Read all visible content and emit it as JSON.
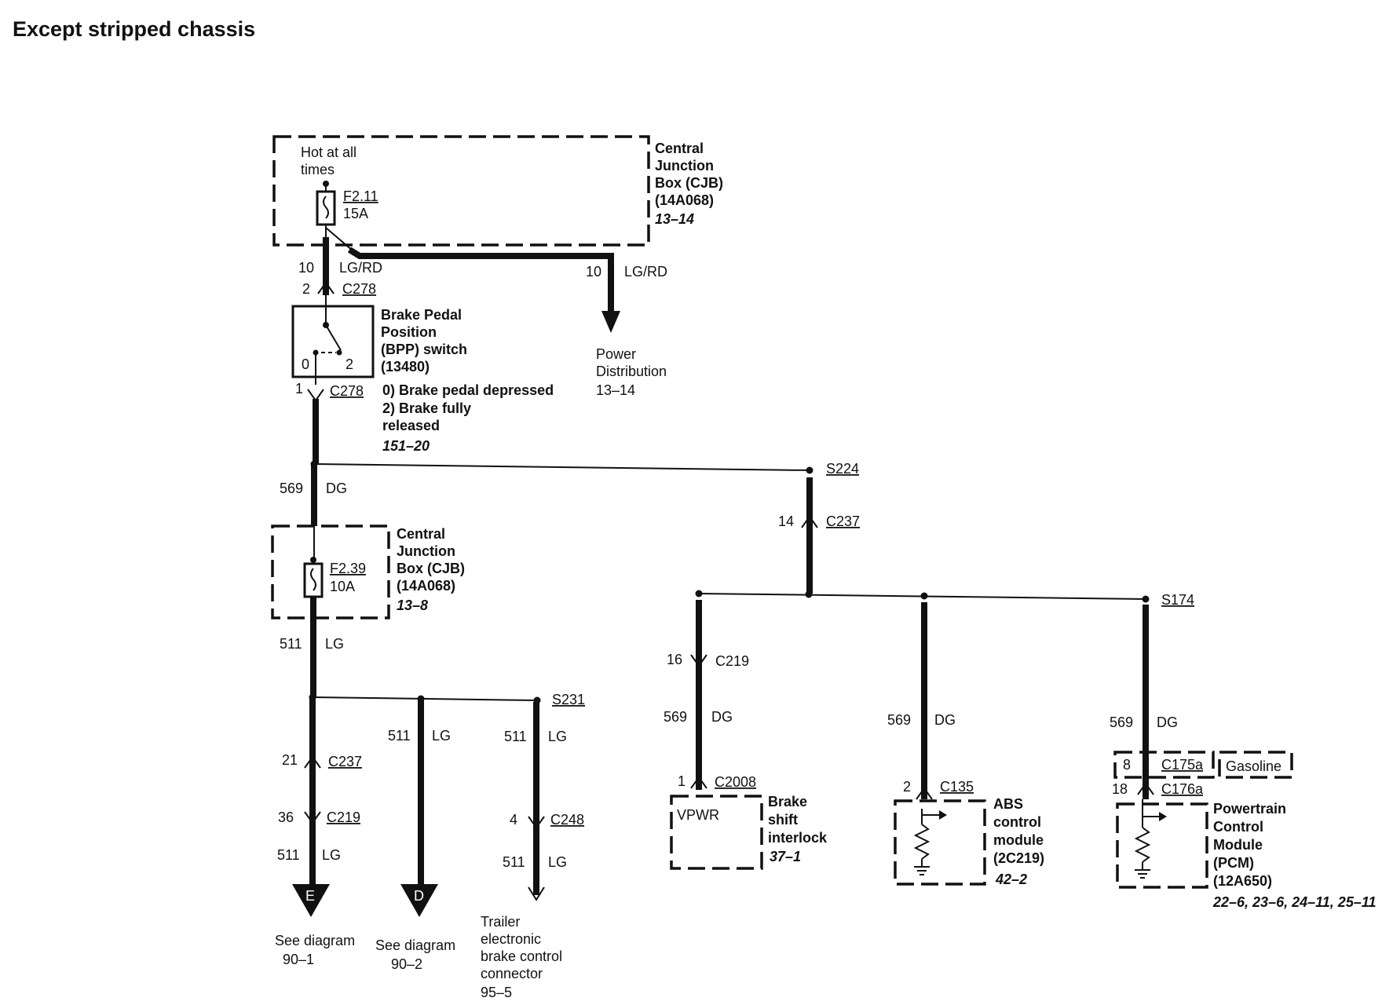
{
  "title": "Except stripped chassis",
  "cjb_top": {
    "hot_label_1": "Hot at all",
    "hot_label_2": "times",
    "fuse_id": "F2.11",
    "fuse_rating": "15A",
    "name_lines": [
      "Central",
      "Junction",
      "Box (CJB)",
      "(14A068)"
    ],
    "page_ref": "13–14"
  },
  "wires_top": {
    "left_circuit": "10",
    "left_color": "LG/RD",
    "right_circuit": "10",
    "right_color": "LG/RD"
  },
  "power_dist": {
    "lines": [
      "Power",
      "Distribution",
      "13–14"
    ]
  },
  "bpp": {
    "pin_top": "2",
    "connector_top": "C278",
    "name_lines": [
      "Brake Pedal",
      "Position",
      "(BPP) switch",
      "(13480)"
    ],
    "pos0": "0",
    "pos2": "2",
    "pin_bottom": "1",
    "connector_bottom": "C278",
    "state_lines": [
      "0) Brake pedal depressed",
      "2) Brake fully",
      "released"
    ],
    "page_ref": "151–20"
  },
  "wire_569_main": {
    "circuit": "569",
    "color": "DG"
  },
  "s224": {
    "label": "S224"
  },
  "c237_right": {
    "pin": "14",
    "connector": "C237"
  },
  "cjb_mid": {
    "fuse_id": "F2.39",
    "fuse_rating": "10A",
    "name_lines": [
      "Central",
      "Junction",
      "Box (CJB)",
      "(14A068)"
    ],
    "page_ref": "13–8"
  },
  "wire_511_main": {
    "circuit": "511",
    "color": "LG"
  },
  "s231": {
    "label": "S231"
  },
  "branch_e": {
    "pin1": "21",
    "conn1": "C237",
    "pin2": "36",
    "conn2": "C219",
    "circuit": "511",
    "color": "LG",
    "letter": "E",
    "ref_lines": [
      "See diagram",
      "90–1"
    ]
  },
  "branch_d": {
    "circuit": "511",
    "color": "LG",
    "letter": "D",
    "ref_lines": [
      "See diagram",
      "90–2"
    ]
  },
  "branch_trailer": {
    "circuit_top": "511",
    "color_top": "LG",
    "pin": "4",
    "conn": "C248",
    "circuit_bottom": "511",
    "color_bottom": "LG",
    "ref_lines": [
      "Trailer",
      "electronic",
      "brake control",
      "connector",
      "95–5"
    ]
  },
  "branch_interlock": {
    "pin1": "16",
    "conn1": "C219",
    "circuit": "569",
    "color": "DG",
    "pin2": "1",
    "conn2": "C2008",
    "terminal": "VPWR",
    "name_lines": [
      "Brake",
      "shift",
      "interlock"
    ],
    "page_ref": "37–1"
  },
  "branch_abs": {
    "circuit": "569",
    "color": "DG",
    "pin": "2",
    "conn": "C135",
    "name_lines": [
      "ABS",
      "control",
      "module",
      "(2C219)"
    ],
    "page_ref": "42–2"
  },
  "branch_pcm": {
    "splice": "S174",
    "circuit": "569",
    "color": "DG",
    "pin1": "8",
    "conn1": "C175a",
    "option": "Gasoline",
    "pin2": "18",
    "conn2": "C176a",
    "name_lines": [
      "Powertrain",
      "Control",
      "Module",
      "(PCM)",
      "(12A650)"
    ],
    "page_ref": "22–6, 23–6, 24–11, 25–11"
  }
}
